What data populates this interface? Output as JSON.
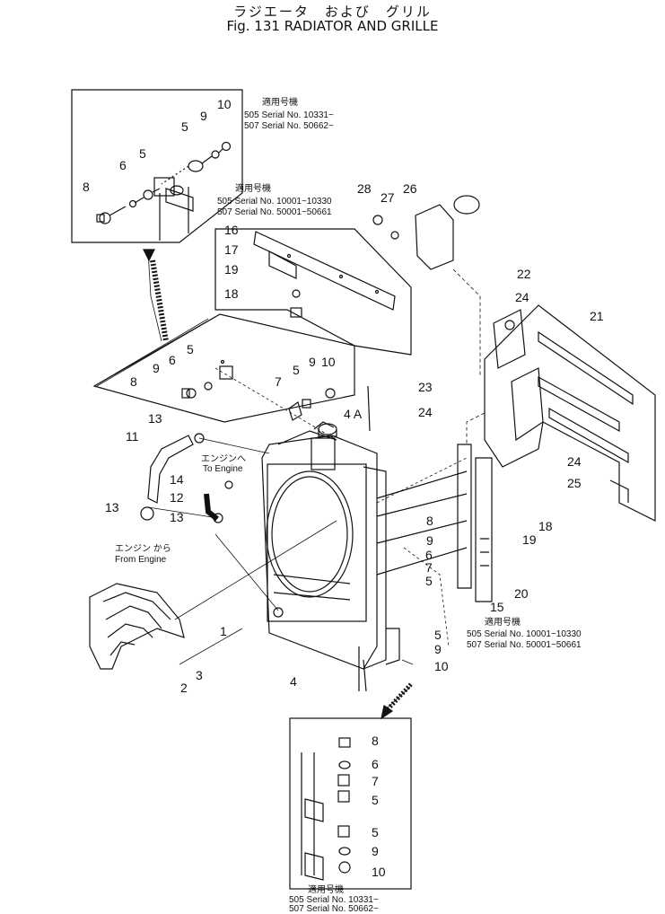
{
  "header": {
    "title_jp": "ラジエータ　および　グリル",
    "title_en": "Fig. 131  RADIATOR AND GRILLE"
  },
  "notes": {
    "tl_a": "適用号機",
    "tl_b": "505 Serial No. 10331~",
    "tl_c": "507 Serial No. 50662~",
    "mid_a": "適用号機",
    "mid_b": "505 Serial No. 10001~10330",
    "mid_c": "507 Serial No. 50001~50661",
    "br_a": "適用号機",
    "br_b": "505 Serial No. 10001~10330",
    "br_c": "507 Serial No. 50001~50661",
    "bot_a": "適用号機",
    "bot_b": "505 Serial No. 10331~",
    "bot_c": "507 Serial No. 50662~",
    "to_engine_jp": "エンジンへ",
    "to_engine_en": "To Engine",
    "from_engine_jp": "エンジン から",
    "from_engine_en": "From Engine"
  },
  "callouts": {
    "c1": "1",
    "c2": "2",
    "c3": "3",
    "c4": "4",
    "c4a": "4 A",
    "c5": "5",
    "c6": "6",
    "c7": "7",
    "c8": "8",
    "c9": "9",
    "c10": "10",
    "c11": "11",
    "c12": "12",
    "c13": "13",
    "c14": "14",
    "c15": "15",
    "c16": "16",
    "c17": "17",
    "c18": "18",
    "c19": "19",
    "c20": "20",
    "c21": "21",
    "c22": "22",
    "c23": "23",
    "c24": "24",
    "c25": "25",
    "c26": "26",
    "c27": "27",
    "c28": "28"
  }
}
